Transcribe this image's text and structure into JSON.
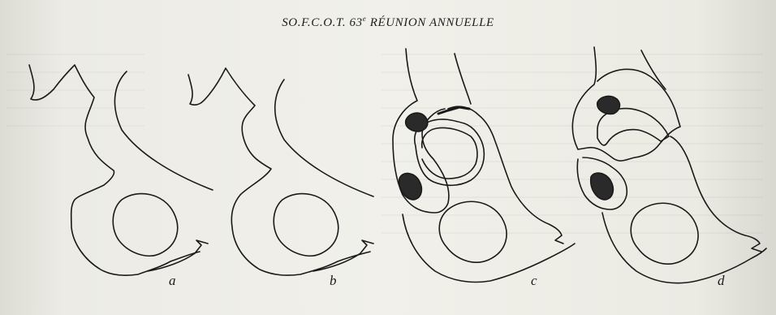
{
  "header": {
    "society": "SO.F.C.O.T.",
    "number": "63",
    "ordinal_suffix": "e",
    "title": "RÉUNION ANNUELLE"
  },
  "figure": {
    "panels": [
      {
        "id": "a",
        "label": "a"
      },
      {
        "id": "b",
        "label": "b"
      },
      {
        "id": "c",
        "label": "c"
      },
      {
        "id": "d",
        "label": "d"
      }
    ]
  },
  "colors": {
    "ink": "#1a1a1a",
    "paper": "#f1f0ea",
    "fill": "#2a2a2a"
  }
}
